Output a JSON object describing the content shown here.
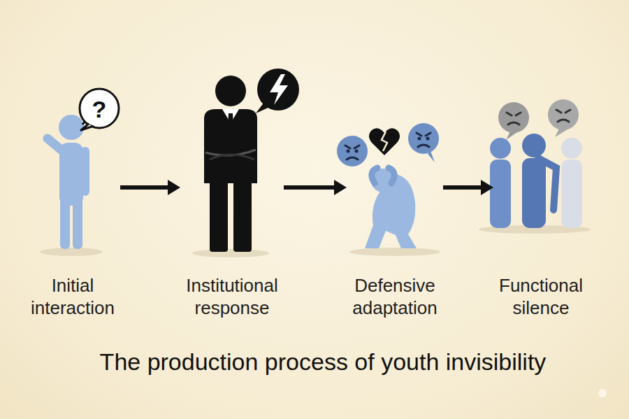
{
  "diagram": {
    "title": "The production process of youth invisibility",
    "nodes": [
      {
        "text": [
          "Initial interaction"
        ]
      },
      {
        "text": [
          "Institutional response"
        ]
      },
      {
        "text": [
          "Defensive adaptation"
        ]
      },
      {
        "text": [
          "Functional silence"
        ]
      }
    ],
    "edges": [
      {
        "from": 0,
        "to": 1,
        "arrow": "to"
      },
      {
        "from": 1,
        "to": 2,
        "arrow": "to"
      },
      {
        "from": 2,
        "to": 3,
        "arrow": "to"
      }
    ],
    "labels": [
      "?"
    ]
  }
}
